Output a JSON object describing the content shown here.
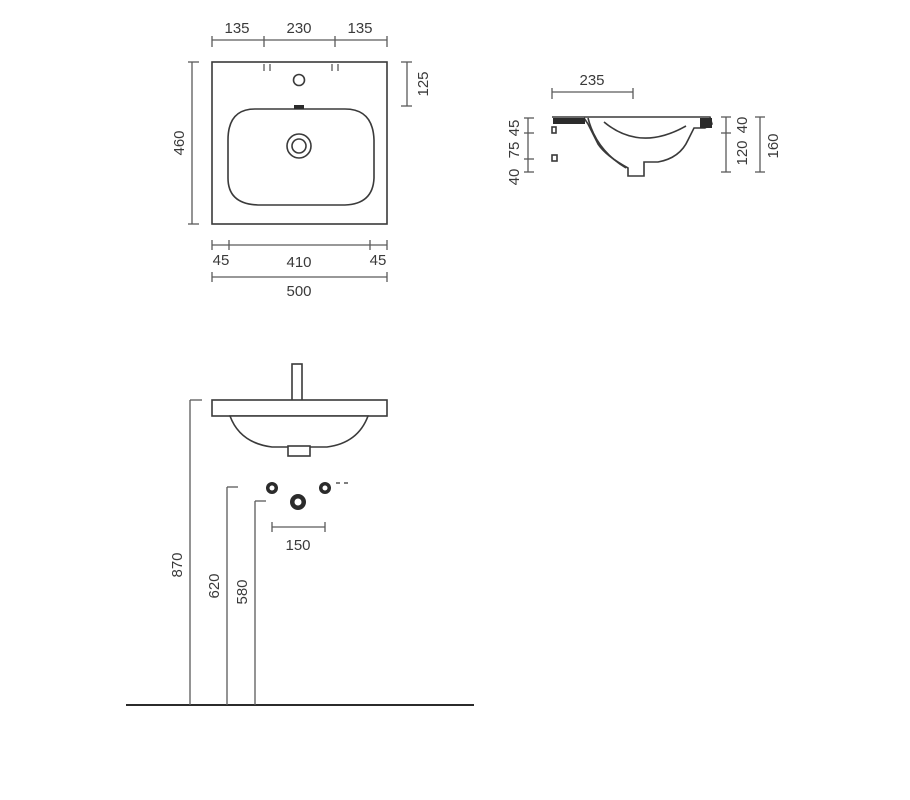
{
  "top_view": {
    "width_segments": [
      "135",
      "230",
      "135"
    ],
    "depth": "460",
    "tap_offset": "125",
    "bottom_segments": [
      "45",
      "410",
      "45"
    ],
    "overall_width": "500"
  },
  "side_view": {
    "bowl_depth": "235",
    "left_heights": [
      "45",
      "75",
      "40"
    ],
    "right_heights": [
      "40",
      "120"
    ],
    "overall_height": "160"
  },
  "front_view": {
    "rim_height": "870",
    "supply_height": "620",
    "waste_height": "580",
    "supply_spacing": "150"
  }
}
